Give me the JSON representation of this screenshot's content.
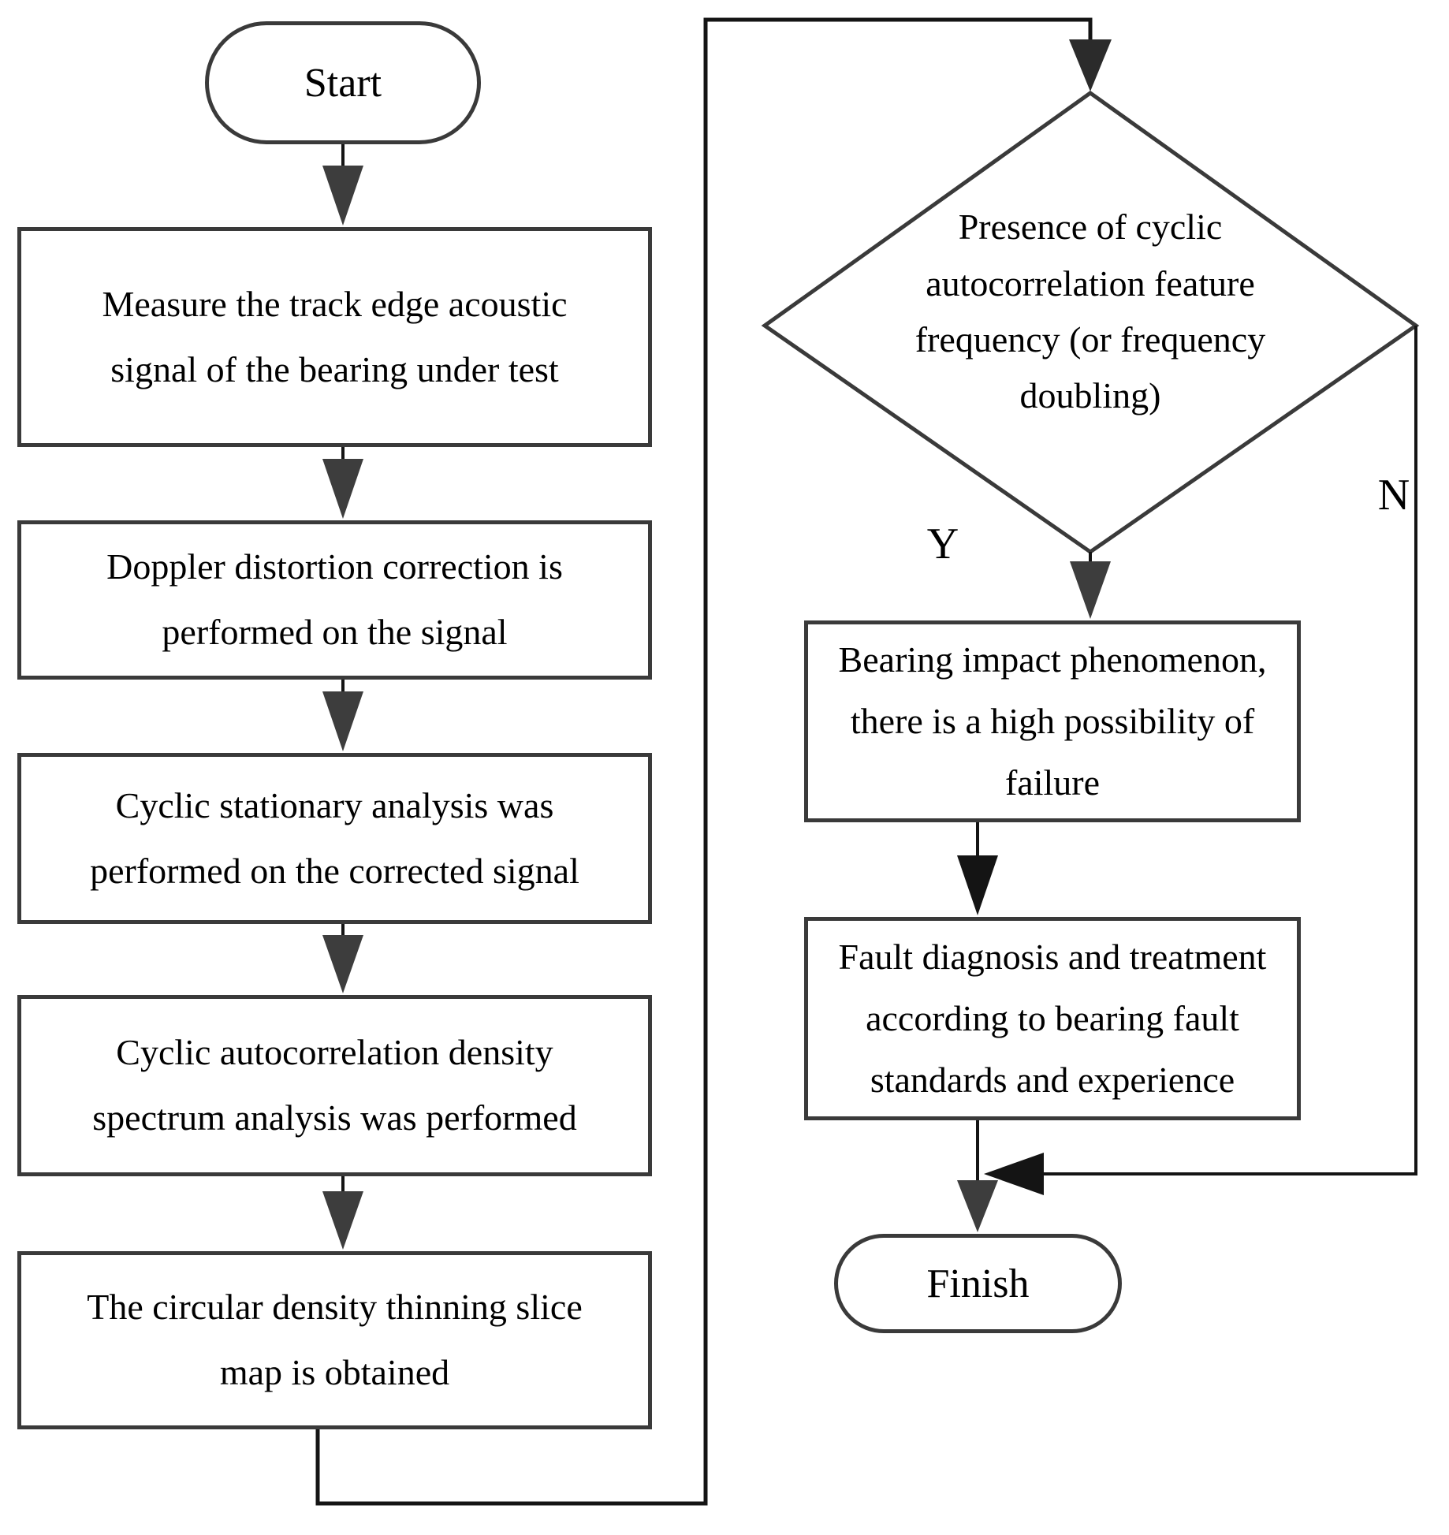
{
  "diagram": {
    "title": "Bearing acoustic-signal fault diagnosis flowchart",
    "colors": {
      "background": "#ffffff",
      "box_border": "#3a3a3a",
      "line": "#141414",
      "arrow": "#3d3d3d",
      "text": "#000000"
    },
    "nodes": {
      "start": {
        "type": "terminator",
        "label": "Start"
      },
      "measure": {
        "type": "process",
        "label": "Measure the track edge acoustic signal of the bearing under test",
        "lines": [
          "Measure the track edge acoustic",
          "signal of the bearing under test"
        ]
      },
      "doppler": {
        "type": "process",
        "label": "Doppler distortion correction is performed on the signal",
        "lines": [
          "Doppler distortion correction is",
          "performed on the signal"
        ]
      },
      "cyclic_stationary": {
        "type": "process",
        "label": "Cyclic stationary analysis was performed on the corrected signal",
        "lines": [
          "Cyclic stationary analysis was",
          "performed on the corrected signal"
        ]
      },
      "autocorrelation_density": {
        "type": "process",
        "label": "Cyclic autocorrelation density spectrum analysis was performed",
        "lines": [
          "Cyclic autocorrelation density",
          "spectrum analysis was performed"
        ]
      },
      "slice_map": {
        "type": "process",
        "label": "The circular density thinning slice map is obtained",
        "lines": [
          "The circular density thinning slice",
          "map is obtained"
        ]
      },
      "decision": {
        "type": "decision",
        "label": "Presence of cyclic autocorrelation feature frequency (or frequency doubling)",
        "lines": [
          "Presence of cyclic",
          "autocorrelation feature",
          "frequency (or frequency",
          "doubling)"
        ]
      },
      "bearing_impact": {
        "type": "process",
        "label": "Bearing impact phenomenon, there is a high possibility of failure",
        "lines": [
          "Bearing impact phenomenon,",
          "there is a high possibility of",
          "failure"
        ]
      },
      "fault_diagnosis": {
        "type": "process",
        "label": "Fault diagnosis and treatment according to bearing fault standards and experience",
        "lines": [
          "Fault diagnosis and treatment",
          "according to bearing fault",
          "standards and experience"
        ]
      },
      "finish": {
        "type": "terminator",
        "label": "Finish"
      }
    },
    "branch_labels": {
      "yes": "Y",
      "no": "N"
    }
  }
}
